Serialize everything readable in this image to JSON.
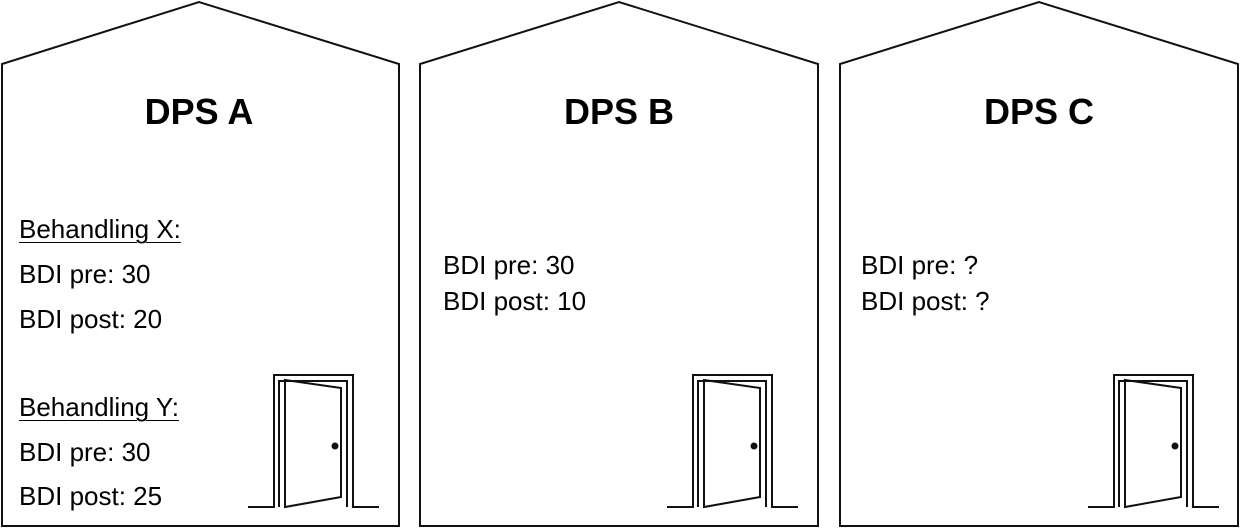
{
  "colors": {
    "stroke": "#111111",
    "background": "#ffffff"
  },
  "houses": [
    {
      "title": "DPS A",
      "sections": [
        {
          "heading": "Behandling X:",
          "pre": "BDI pre: 30",
          "post": "BDI post: 20"
        },
        {
          "heading": "Behandling Y:",
          "pre": "BDI pre: 30",
          "post": "BDI post: 25"
        }
      ]
    },
    {
      "title": "DPS B",
      "sections": [
        {
          "pre": "BDI pre: 30",
          "post": "BDI post: 10"
        }
      ]
    },
    {
      "title": "DPS C",
      "sections": [
        {
          "pre": "BDI pre: ?",
          "post": "BDI post: ?"
        }
      ]
    }
  ],
  "icons": {
    "door": "door-icon"
  }
}
